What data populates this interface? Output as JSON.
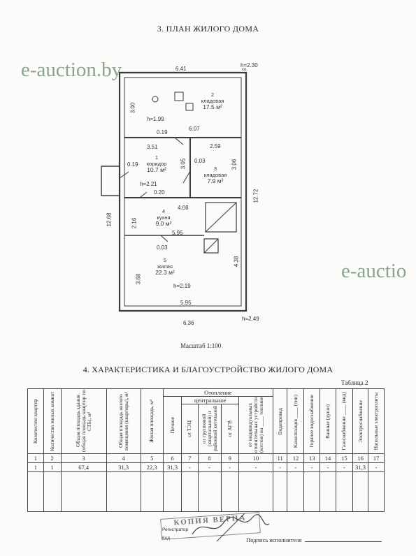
{
  "plan": {
    "title": "3. ПЛАН ЖИЛОГО ДОМА",
    "watermark": "e-auction.by",
    "watermark_cut": "e-auctio",
    "dims": {
      "top_width": "6.41",
      "top_right_h": "h=2.30",
      "top_right_note": "co.",
      "store_height": "3.00",
      "h_store": "h=1.99",
      "wall_a": "0.19",
      "width_607": "6.07",
      "width_351": "3.51",
      "width_259": "2.59",
      "wall_b": "0.19",
      "width_305": "3.05",
      "wall_c": "0.03",
      "height_306": "3.06",
      "h_corridor": "h=2.21",
      "wall_d": "0.20",
      "width_408": "4.08",
      "total_right": "12.72",
      "total_left": "12.68",
      "kitchen_h": "2.16",
      "width_595a": "5.95",
      "wall_e": "0.03",
      "height_438": "4.38",
      "living_h": "3.68",
      "h_living": "h=2.19",
      "width_595b": "5.95",
      "bottom_width": "6.36",
      "h_bottom": "h=2.49"
    },
    "rooms": [
      {
        "num": "2",
        "name": "кладовая",
        "area": "17.5 м²"
      },
      {
        "num": "1",
        "name": "коридор",
        "area": "10.7 м²"
      },
      {
        "num": "3",
        "name": "кладовая",
        "area": "7.9 м²"
      },
      {
        "num": "4",
        "name": "кухня",
        "area": "9.0 м²"
      },
      {
        "num": "5",
        "name": "жилая",
        "area": "22.3 м²"
      }
    ],
    "scale": "Масштаб 1:100"
  },
  "characteristics": {
    "title": "4. ХАРАКТЕРИСТИКА И БЛАГОУСТРОЙСТВО ЖИЛОГО ДОМА",
    "table_label": "Таблица 2",
    "heating_group": "Отопление",
    "central_group": "центральное",
    "headers": [
      "Количество квартир",
      "Количество жилых комнат",
      "Общая площадь здания (общая площадь квартир по СТБ), м²",
      "Общая площадь жилого помещения (квартиры), м²",
      "Жилая площадь, м²",
      "Печное",
      "от ТЭЦ",
      "от групповой (квартальной) и районной котельной",
      "от АГВ",
      "от индивидуальных отопительных устройств (котлов) на ____ топливе",
      "Водопровод",
      "Канализация ____ (тип)",
      "Горячее водоснабжение",
      "Ванные (души)",
      "Газоснабжение ____ (вид)",
      "Электроснабжение",
      "Напольные электроплиты"
    ],
    "col_numbers": [
      "1",
      "2",
      "3",
      "4",
      "5",
      "6",
      "7",
      "8",
      "9",
      "10",
      "11",
      "12",
      "13",
      "14",
      "15",
      "16",
      "17"
    ],
    "row": [
      "1",
      "1",
      "67,4",
      "31,3",
      "22,3",
      "31,3",
      "-",
      "-",
      "-",
      "-",
      "-",
      "-",
      "-",
      "-",
      "-",
      "31,3",
      "-"
    ],
    "stamp": "КОПИЯ ВЕРНА",
    "stamp_note1": "Регистратор",
    "stamp_note2": "Код",
    "signature_label": "Подпись исполнителя"
  }
}
